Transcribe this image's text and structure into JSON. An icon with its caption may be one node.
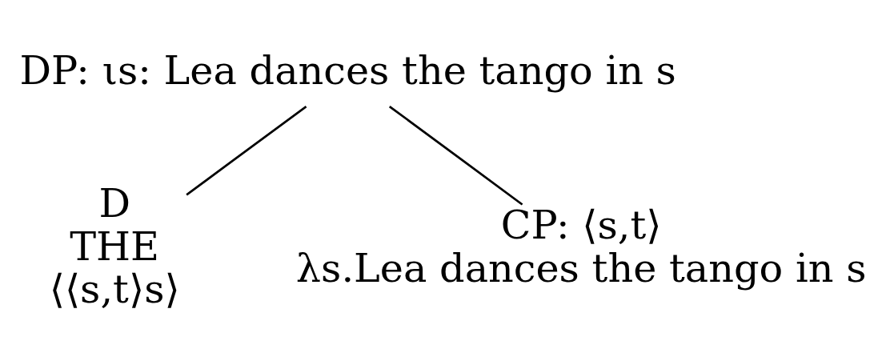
{
  "diagram": {
    "nodes": [
      {
        "text": [
          "DP: ιs: Lea dances the tango in s"
        ]
      },
      {
        "text": [
          "D",
          "THE",
          "⟨⟨s,t⟩s⟩"
        ]
      },
      {
        "text": [
          "CP: ⟨s,t⟩",
          "λs.Lea dances the tango in s"
        ]
      }
    ],
    "edges": [
      {
        "from": 0,
        "to": 1,
        "arrow": "none"
      },
      {
        "from": 0,
        "to": 2,
        "arrow": "none"
      }
    ]
  }
}
